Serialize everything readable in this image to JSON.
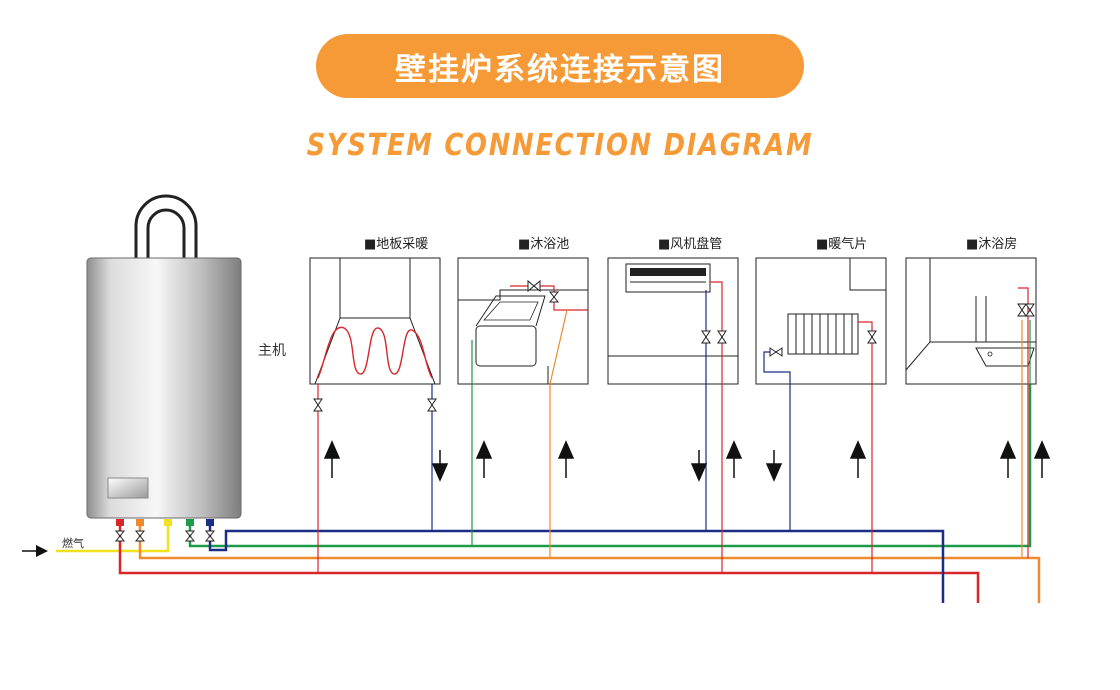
{
  "title": "壁挂炉系统连接示意图",
  "subtitle": "SYSTEM CONNECTION DIAGRAM",
  "boiler_label": "主机",
  "gas_label": "燃气",
  "rooms": [
    {
      "label": "■地板采暖"
    },
    {
      "label": "■沐浴池"
    },
    {
      "label": "■风机盘管"
    },
    {
      "label": "■暖气片"
    },
    {
      "label": "■沐浴房"
    }
  ],
  "colors": {
    "accent": "#f59a37",
    "pipe_red": "#d8262b",
    "pipe_orange": "#ef8a2e",
    "pipe_yellow": "#f2e11e",
    "pipe_green": "#1d9a4a",
    "pipe_blue": "#1b2d84"
  }
}
